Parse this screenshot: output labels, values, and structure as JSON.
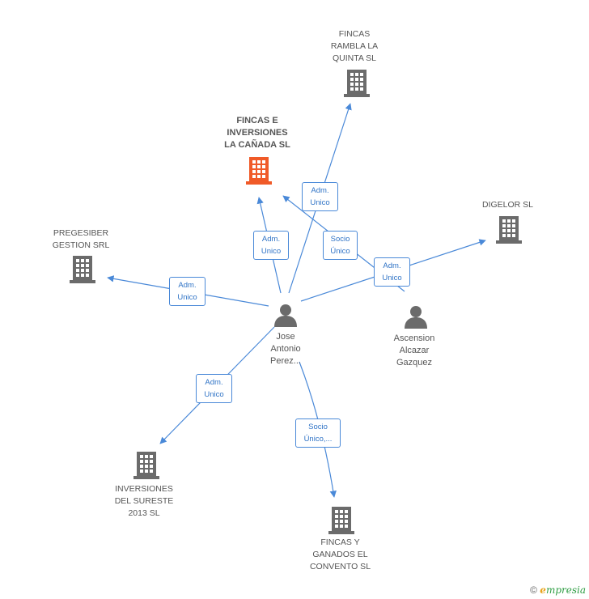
{
  "colors": {
    "edge": "#4a89d8",
    "building": "#6b6b6b",
    "building_highlight": "#f05a28",
    "person": "#6b6b6b"
  },
  "nodes": {
    "fincas_rambla": "FINCAS\nRAMBLA LA\nQUINTA SL",
    "fincas_canada": "FINCAS E\nINVERSIONES\nLA CAÑADA SL",
    "digelor": "DIGELOR SL",
    "pregesiber": "PREGESIBER\nGESTION SRL",
    "inversiones_sureste": "INVERSIONES\nDEL SURESTE\n2013  SL",
    "fincas_ganados": "FINCAS Y\nGANADOS EL\nCONVENTO SL",
    "jose": "Jose\nAntonio\nPerez...",
    "ascension": "Ascension\nAlcazar\nGazquez"
  },
  "edges": {
    "jose_rambla": "Adm.\nUnico",
    "ascension_canada": "Socio\nÚnico",
    "jose_canada": "Adm.\nUnico",
    "jose_digelor": "Adm.\nUnico",
    "jose_pregesiber": "Adm.\nUnico",
    "jose_sureste": "Adm.\nUnico",
    "jose_ganados": "Socio\nÚnico,..."
  },
  "footer": {
    "copyright": "©",
    "brand_initial": "e",
    "brand_rest": "mpresia"
  }
}
